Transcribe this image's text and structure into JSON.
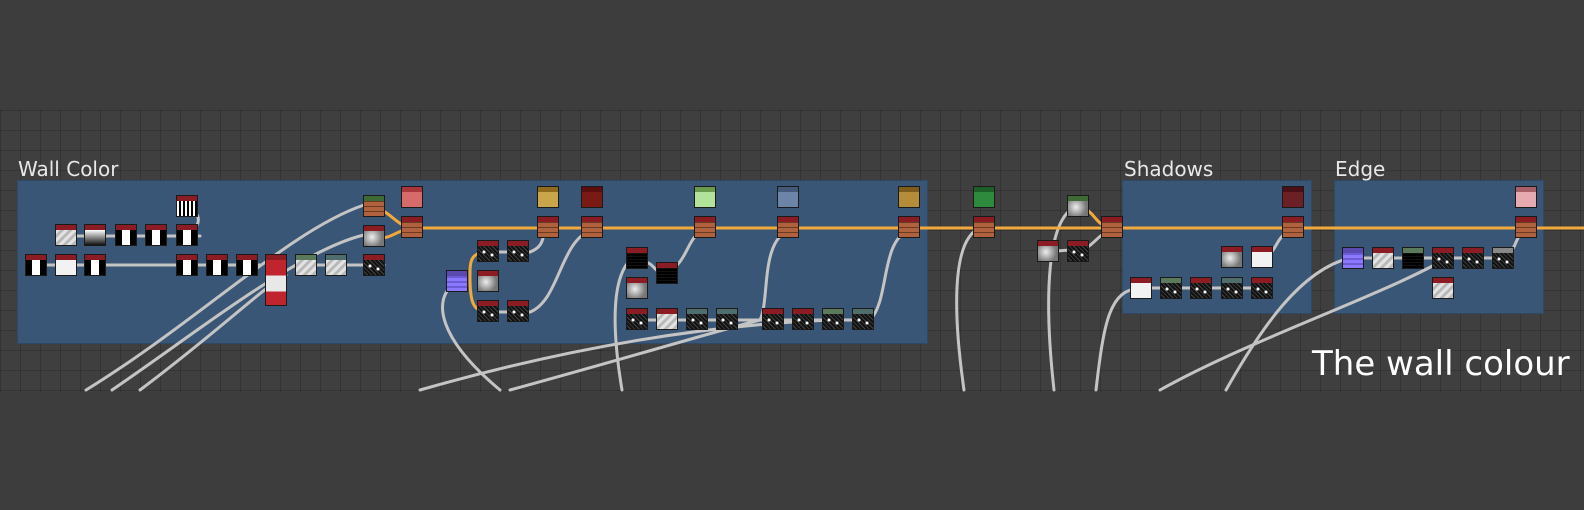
{
  "frames": [
    {
      "title": "Wall Color"
    },
    {
      "title": "Shadows"
    },
    {
      "title": "Edge"
    }
  ],
  "annotation": "The wall colour",
  "colors": {
    "frame_fill": "#3a5676",
    "wire_main": "#f2a93b",
    "wire_grey": "#c4c4c4",
    "swatch_pink": "#d76a6a",
    "swatch_mustard": "#c9a64a",
    "swatch_maroon": "#7a1a14",
    "swatch_light_green": "#b2e39a",
    "swatch_blue_grey": "#6b84a8",
    "swatch_ochre": "#b58c39",
    "swatch_green": "#2e8a3c",
    "swatch_wine": "#6d1f26",
    "swatch_rose": "#e7aab0"
  }
}
